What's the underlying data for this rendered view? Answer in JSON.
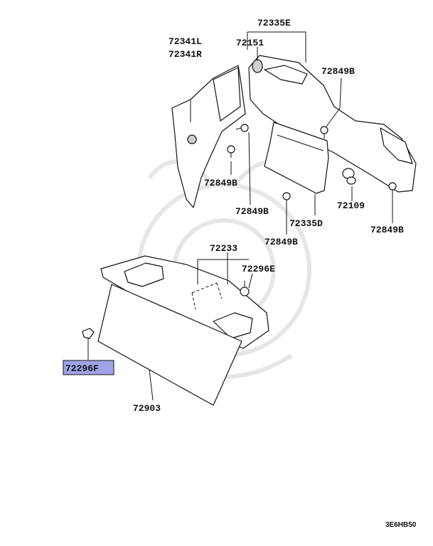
{
  "parts": {
    "p72335E": "72335E",
    "p72151": "72151",
    "p72341L": "72341L",
    "p72341R": "72341R",
    "p72849B_a": "72849B",
    "p72849B_b": "72849B",
    "p72849B_c": "72849B",
    "p72849B_d": "72849B",
    "p72849B_e": "72849B",
    "p72109": "72109",
    "p72335D": "72335D",
    "p72233": "72233",
    "p72296E": "72296E",
    "p72296F": "72296F",
    "p72903": "72903"
  },
  "highlight": {
    "part": "72296F",
    "color": "#9fa3e6"
  },
  "drawing_ref": "3E6HB50"
}
